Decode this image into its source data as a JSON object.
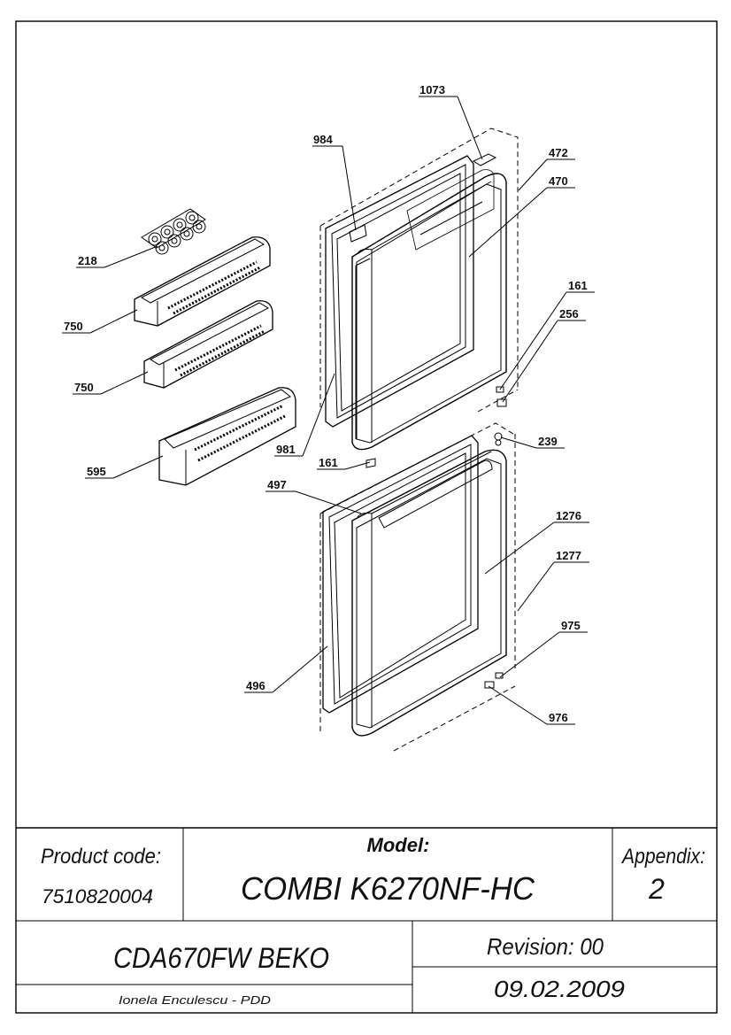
{
  "drawing": {
    "callouts": [
      "1073",
      "984",
      "472",
      "470",
      "218",
      "161",
      "750",
      "256",
      "750",
      "981",
      "239",
      "161",
      "595",
      "497",
      "1276",
      "1277",
      "975",
      "496",
      "976"
    ]
  },
  "title_block": {
    "product_code_label": "Product code:",
    "product_code": "7510820004",
    "model_label": "Model:",
    "model": "COMBI K6270NF-HC",
    "appendix_label": "Appendix:",
    "appendix": "2",
    "product_name": "CDA670FW BEKO",
    "revision": "Revision: 00",
    "author": "Ionela Enculescu - PDD",
    "date": "09.02.2009"
  }
}
